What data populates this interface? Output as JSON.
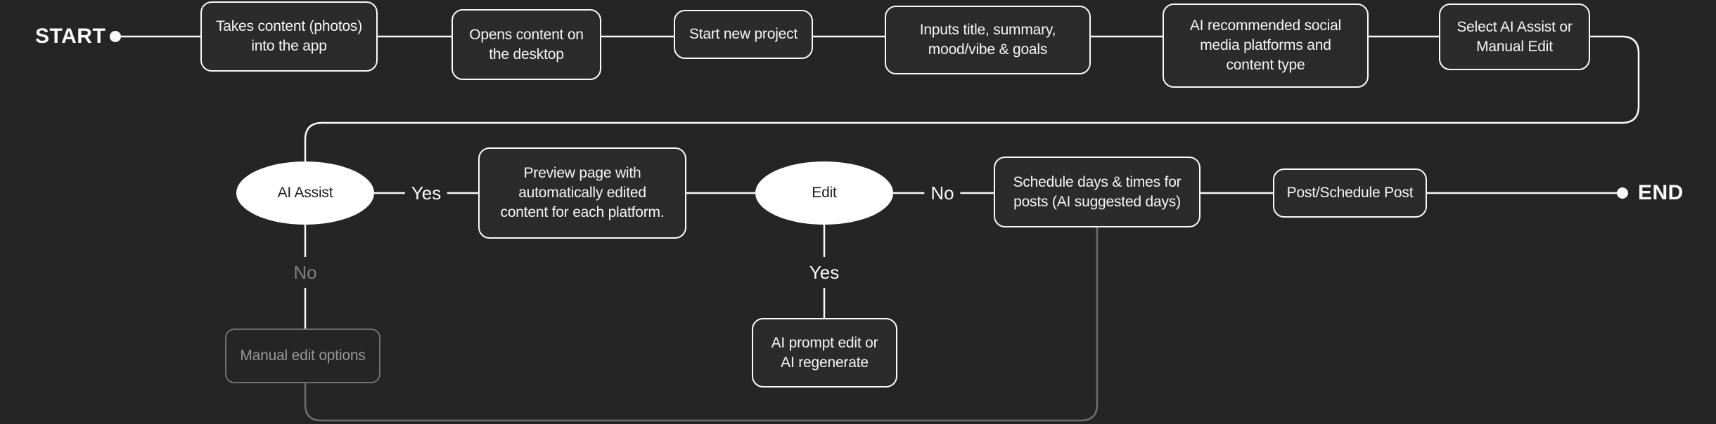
{
  "terminals": {
    "start": "START",
    "end": "END"
  },
  "nodes": {
    "takes_content": "Takes content (photos)\ninto the app",
    "opens_content": "Opens content on\nthe desktop",
    "start_project": "Start new project",
    "inputs_title": "Inputs title, summary,\nmood/vibe & goals",
    "ai_recommended": "AI recommended social\nmedia platforms and\ncontent type",
    "select_mode": "Select AI Assist or\nManual Edit",
    "ai_assist": "AI Assist",
    "preview_page": "Preview page with\nautomatically edited\ncontent for each platform.",
    "edit": "Edit",
    "schedule": "Schedule days & times for\nposts (AI suggested days)",
    "post": "Post/Schedule Post",
    "manual_edit": "Manual edit options",
    "ai_prompt": "AI prompt edit or\nAI regenerate"
  },
  "branch_labels": {
    "assist_yes": "Yes",
    "assist_no": "No",
    "edit_no": "No",
    "edit_yes": "Yes"
  },
  "colors": {
    "background": "#252525",
    "node_fill": "#2b2b2b",
    "line_primary": "#fafafa",
    "line_muted": "#6f6f6f",
    "text_primary": "#f5f5f5",
    "text_muted": "#969696",
    "decision_fill": "#ffffff",
    "decision_text": "#1c1c1c"
  }
}
